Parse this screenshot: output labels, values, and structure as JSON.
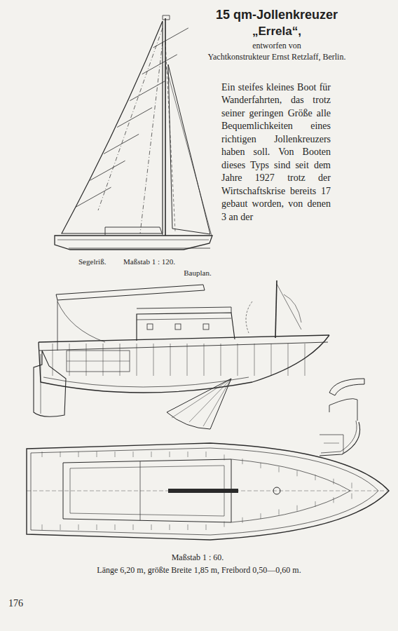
{
  "diagram": {
    "title": "15 qm-Jollenkreuzer",
    "labels": [
      "„Errela“,",
      "entworfen von",
      "Yachtkonstrukteur Ernst Retzlaff, Berlin.",
      "Ein steifes kleines Boot für Wanderfahrten, das trotz seiner geringen Größe alle Bequemlichkeiten eines richtigen Jollenkreuzers haben soll. Von Booten dieses Typs sind seit dem Jahre 1927 trotz der Wirtschaftskrise bereits 17 gebaut worden, von denen 3 an der",
      "Segelriß.",
      "Maßstab 1 : 120.",
      "Bauplan.",
      "Maßstab 1 : 60.",
      "Länge 6,20 m, größte Breite 1,85 m, Freibord 0,50—0,60 m.",
      "176"
    ]
  }
}
